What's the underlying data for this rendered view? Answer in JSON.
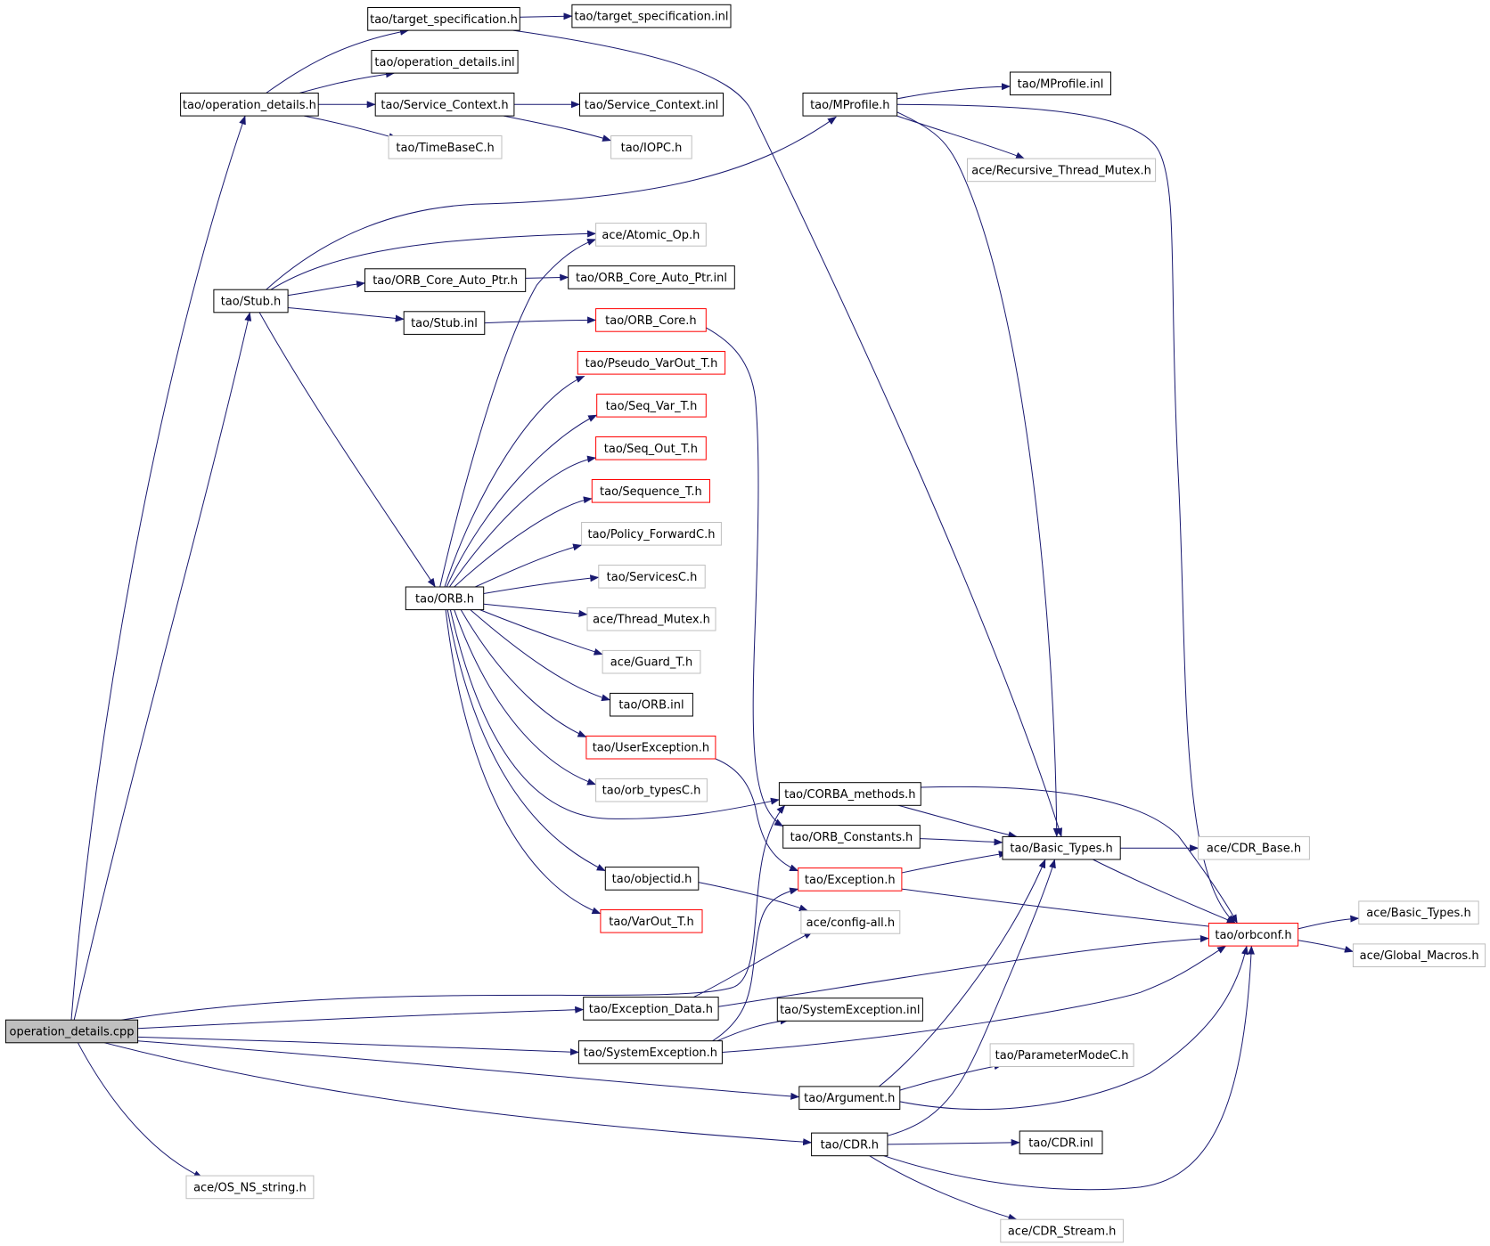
{
  "colors": {
    "edge": "#191970",
    "node_documented": "#000000",
    "node_undocumented": "#bfbfbf",
    "node_truncated": "#ff0000",
    "root_fill": "#bfbfbf",
    "text": "#000000"
  },
  "nodes": [
    {
      "id": "root",
      "label": "operation_details.cpp",
      "kind": "root"
    },
    {
      "id": "target_spec_h",
      "label": "tao/target_specification.h",
      "kind": "documented"
    },
    {
      "id": "target_spec_inl",
      "label": "tao/target_specification.inl",
      "kind": "documented"
    },
    {
      "id": "opdet_inl",
      "label": "tao/operation_details.inl",
      "kind": "documented"
    },
    {
      "id": "opdet_h",
      "label": "tao/operation_details.h",
      "kind": "documented"
    },
    {
      "id": "svcctx_h",
      "label": "tao/Service_Context.h",
      "kind": "documented"
    },
    {
      "id": "svcctx_inl",
      "label": "tao/Service_Context.inl",
      "kind": "documented"
    },
    {
      "id": "timebase",
      "label": "tao/TimeBaseC.h",
      "kind": "undocumented"
    },
    {
      "id": "iopc",
      "label": "tao/IOPC.h",
      "kind": "undocumented"
    },
    {
      "id": "mprofile_h",
      "label": "tao/MProfile.h",
      "kind": "documented"
    },
    {
      "id": "mprofile_inl",
      "label": "tao/MProfile.inl",
      "kind": "documented"
    },
    {
      "id": "recmutex",
      "label": "ace/Recursive_Thread_Mutex.h",
      "kind": "undocumented"
    },
    {
      "id": "atomic",
      "label": "ace/Atomic_Op.h",
      "kind": "undocumented"
    },
    {
      "id": "stub_h",
      "label": "tao/Stub.h",
      "kind": "documented"
    },
    {
      "id": "autoptr_h",
      "label": "tao/ORB_Core_Auto_Ptr.h",
      "kind": "documented"
    },
    {
      "id": "autoptr_inl",
      "label": "tao/ORB_Core_Auto_Ptr.inl",
      "kind": "documented"
    },
    {
      "id": "stub_inl",
      "label": "tao/Stub.inl",
      "kind": "documented"
    },
    {
      "id": "orbcore",
      "label": "tao/ORB_Core.h",
      "kind": "truncated"
    },
    {
      "id": "pseudo",
      "label": "tao/Pseudo_VarOut_T.h",
      "kind": "truncated"
    },
    {
      "id": "seqvar",
      "label": "tao/Seq_Var_T.h",
      "kind": "truncated"
    },
    {
      "id": "seqout",
      "label": "tao/Seq_Out_T.h",
      "kind": "truncated"
    },
    {
      "id": "seq",
      "label": "tao/Sequence_T.h",
      "kind": "truncated"
    },
    {
      "id": "policyfwd",
      "label": "tao/Policy_ForwardC.h",
      "kind": "undocumented"
    },
    {
      "id": "orb_h",
      "label": "tao/ORB.h",
      "kind": "documented"
    },
    {
      "id": "services",
      "label": "tao/ServicesC.h",
      "kind": "undocumented"
    },
    {
      "id": "threadmutex",
      "label": "ace/Thread_Mutex.h",
      "kind": "undocumented"
    },
    {
      "id": "guard",
      "label": "ace/Guard_T.h",
      "kind": "undocumented"
    },
    {
      "id": "orb_inl",
      "label": "tao/ORB.inl",
      "kind": "documented"
    },
    {
      "id": "userexc",
      "label": "tao/UserException.h",
      "kind": "truncated"
    },
    {
      "id": "orbtypes",
      "label": "tao/orb_typesC.h",
      "kind": "undocumented"
    },
    {
      "id": "corbamethods",
      "label": "tao/CORBA_methods.h",
      "kind": "documented"
    },
    {
      "id": "orbconst",
      "label": "tao/ORB_Constants.h",
      "kind": "documented"
    },
    {
      "id": "basictypes_tao",
      "label": "tao/Basic_Types.h",
      "kind": "documented"
    },
    {
      "id": "cdrbase",
      "label": "ace/CDR_Base.h",
      "kind": "undocumented"
    },
    {
      "id": "objectid",
      "label": "tao/objectid.h",
      "kind": "documented"
    },
    {
      "id": "exception",
      "label": "tao/Exception.h",
      "kind": "truncated"
    },
    {
      "id": "varout",
      "label": "tao/VarOut_T.h",
      "kind": "truncated"
    },
    {
      "id": "configall",
      "label": "ace/config-all.h",
      "kind": "undocumented"
    },
    {
      "id": "orbconf",
      "label": "tao/orbconf.h",
      "kind": "truncated"
    },
    {
      "id": "ace_basictypes",
      "label": "ace/Basic_Types.h",
      "kind": "undocumented"
    },
    {
      "id": "globalmacros",
      "label": "ace/Global_Macros.h",
      "kind": "undocumented"
    },
    {
      "id": "excdata",
      "label": "tao/Exception_Data.h",
      "kind": "documented"
    },
    {
      "id": "sysexc_inl",
      "label": "tao/SystemException.inl",
      "kind": "documented"
    },
    {
      "id": "sysexc_h",
      "label": "tao/SystemException.h",
      "kind": "documented"
    },
    {
      "id": "parammode",
      "label": "tao/ParameterModeC.h",
      "kind": "undocumented"
    },
    {
      "id": "argument",
      "label": "tao/Argument.h",
      "kind": "documented"
    },
    {
      "id": "cdr_h",
      "label": "tao/CDR.h",
      "kind": "documented"
    },
    {
      "id": "cdr_inl",
      "label": "tao/CDR.inl",
      "kind": "documented"
    },
    {
      "id": "osnsstring",
      "label": "ace/OS_NS_string.h",
      "kind": "undocumented"
    },
    {
      "id": "cdrstream",
      "label": "ace/CDR_Stream.h",
      "kind": "undocumented"
    }
  ]
}
